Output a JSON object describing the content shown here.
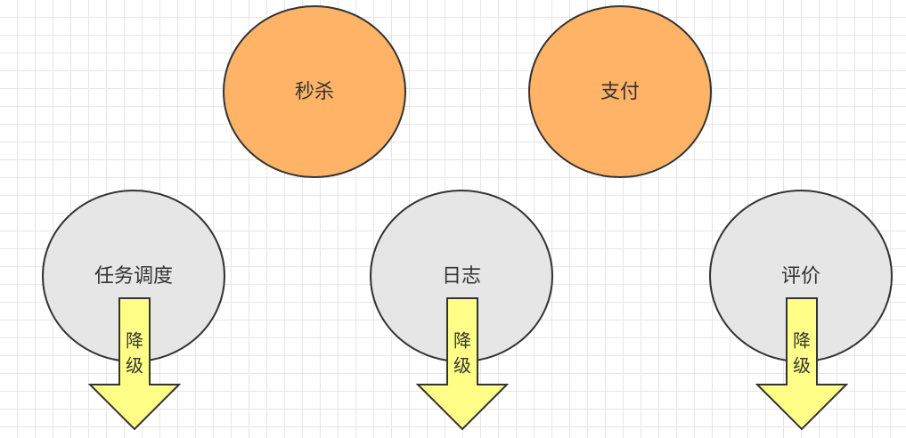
{
  "core_services": [
    {
      "label": "秒杀",
      "fill": "#ffb366"
    },
    {
      "label": "支付",
      "fill": "#ffb366"
    }
  ],
  "secondary_services": [
    {
      "label": "任务调度",
      "fill": "#e6e6e6",
      "arrow_label": [
        "降",
        "级"
      ]
    },
    {
      "label": "日志",
      "fill": "#e6e6e6",
      "arrow_label": [
        "降",
        "级"
      ]
    },
    {
      "label": "评价",
      "fill": "#e6e6e6",
      "arrow_label": [
        "降",
        "级"
      ]
    }
  ],
  "colors": {
    "stroke": "#333333",
    "arrow_fill": "#ffff88",
    "text": "#333333"
  }
}
